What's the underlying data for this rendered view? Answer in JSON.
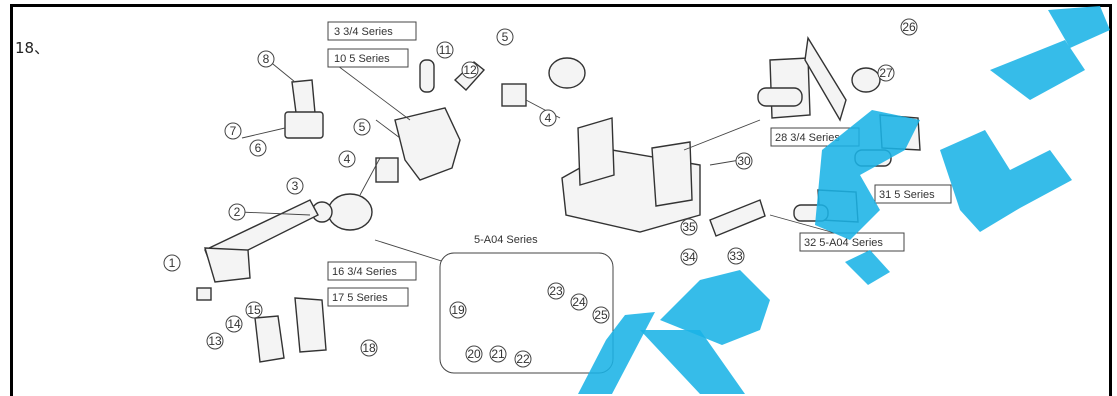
{
  "figure": {
    "number": "18、"
  },
  "callouts": {
    "c1": "1",
    "c2": "2",
    "c3": "3",
    "c4a": "4",
    "c4b": "4",
    "c5a": "5",
    "c5b": "5",
    "c6": "6",
    "c7": "7",
    "c8": "8",
    "c11": "11",
    "c12": "12",
    "c13": "13",
    "c14": "14",
    "c15": "15",
    "c18": "18",
    "c19": "19",
    "c20": "20",
    "c21": "21",
    "c22": "22",
    "c23": "23",
    "c24": "24",
    "c25": "25",
    "c26": "26",
    "c27": "27",
    "c30": "30",
    "c33": "33",
    "c34": "34",
    "c35": "35"
  },
  "series_labels": {
    "l3": "3  3/4 Series",
    "l10": "10 5 Series",
    "l16": "16 3/4 Series",
    "l17": "17 5 Series",
    "l28": "28 3/4 Series",
    "l31": "31 5 Series",
    "l32": "32 5-A04 Series"
  },
  "group_title": "5-A04 Series",
  "colors": {
    "watermark": "#1ab3e6",
    "line": "#444444"
  }
}
